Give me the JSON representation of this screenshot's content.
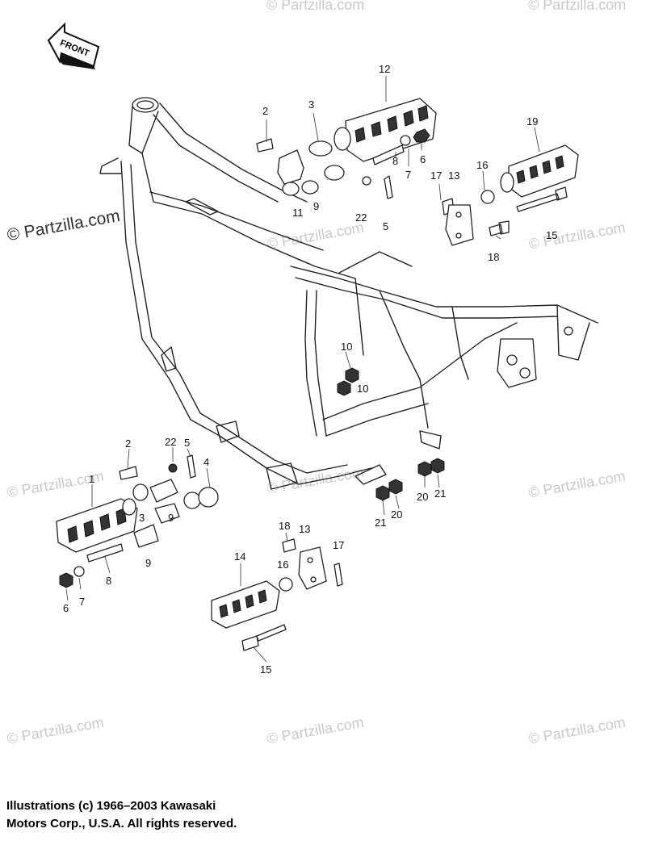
{
  "front_arrow_label": "FRONT",
  "watermarks": [
    {
      "text": "© Partzilla.com",
      "variant": "dark"
    },
    {
      "text": "© Partzilla.com",
      "variant": "light"
    },
    {
      "text": "© Partzilla.com",
      "variant": "light"
    },
    {
      "text": "© Partzilla.com",
      "variant": "light"
    },
    {
      "text": "© Partzilla.com",
      "variant": "light"
    },
    {
      "text": "© Partzilla.com",
      "variant": "light"
    },
    {
      "text": "© Partzilla.com",
      "variant": "light"
    },
    {
      "text": "© Partzilla.com",
      "variant": "light"
    },
    {
      "text": "© Partzilla.com",
      "variant": "light"
    },
    {
      "text": "© Partzilla.com",
      "variant": "light"
    },
    {
      "text": "© Partzilla.com",
      "variant": "light"
    }
  ],
  "callouts": [
    "2",
    "3",
    "12",
    "19",
    "8",
    "6",
    "7",
    "17",
    "13",
    "16",
    "11",
    "9",
    "22",
    "5",
    "15",
    "18",
    "10",
    "10",
    "2",
    "22",
    "5",
    "4",
    "1",
    "3",
    "9",
    "9",
    "8",
    "6",
    "7",
    "18",
    "13",
    "17",
    "16",
    "14",
    "15",
    "20",
    "21",
    "21",
    "20"
  ],
  "credit": {
    "line1": "Illustrations (c) 1966–2003 Kawasaki",
    "line2": "Motors Corp., U.S.A.  All rights reserved."
  }
}
